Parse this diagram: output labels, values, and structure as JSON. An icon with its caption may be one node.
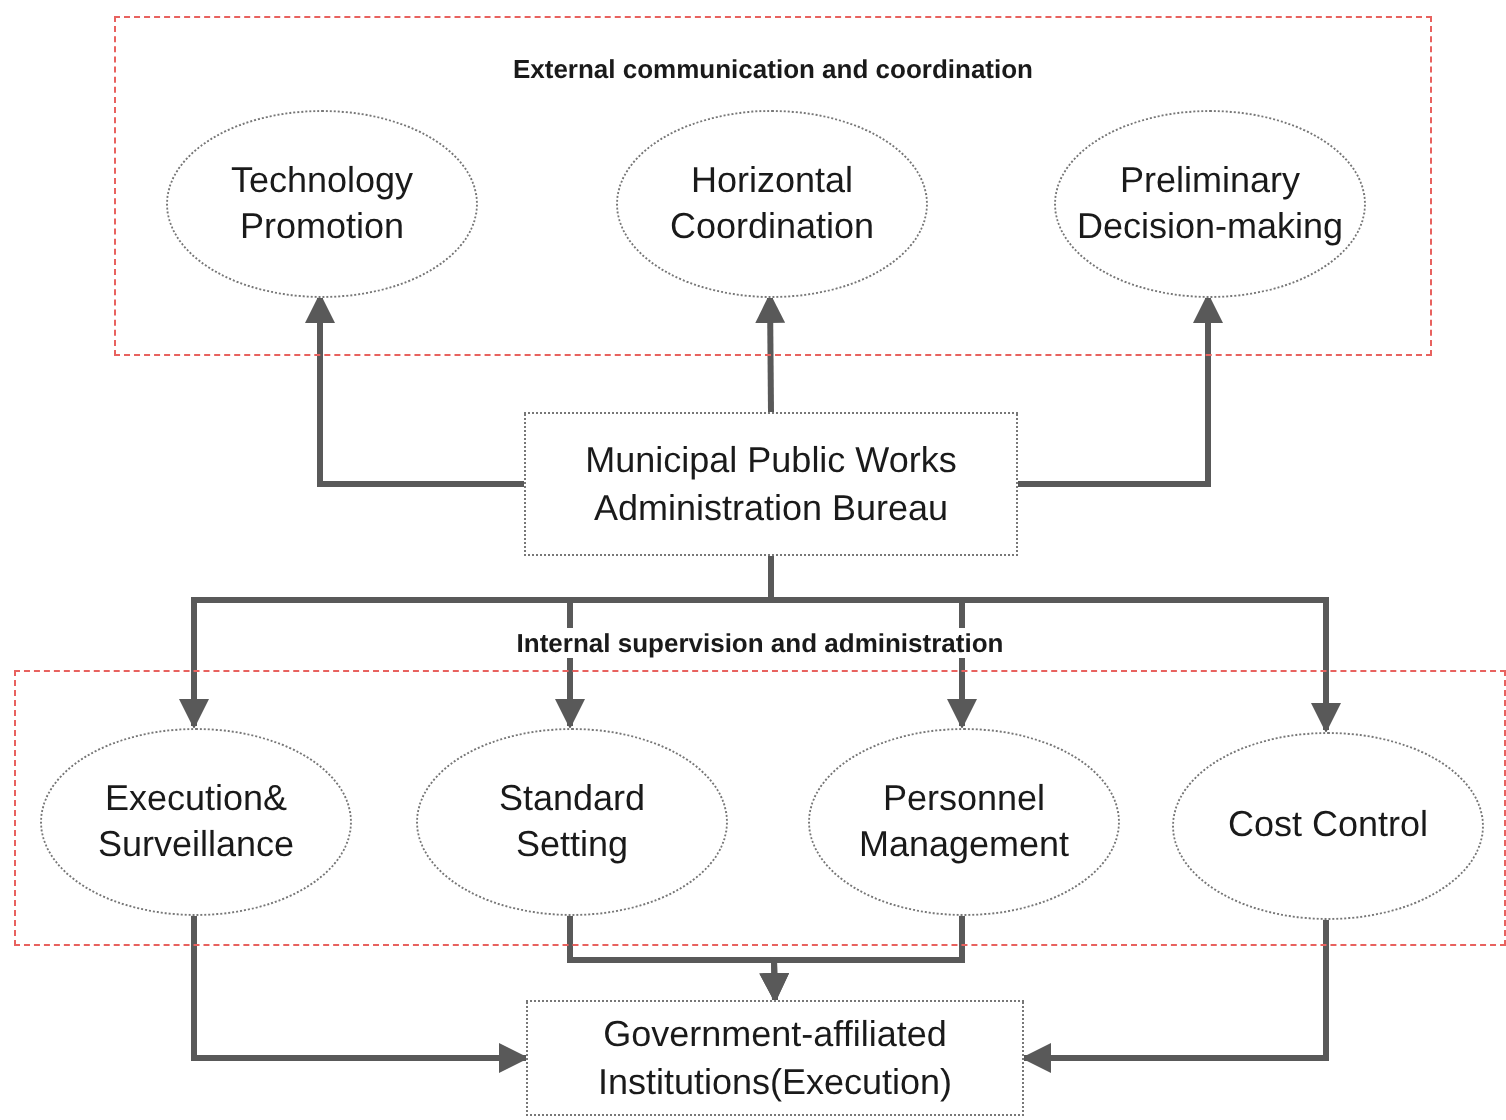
{
  "diagram": {
    "nodes": [
      {
        "text": [
          "External communication and coordination"
        ]
      },
      {
        "text": [
          "Technology Promotion"
        ],
        "in": 0
      },
      {
        "text": [
          "Horizontal Coordination"
        ],
        "in": 0
      },
      {
        "text": [
          "Preliminary Decision-making"
        ],
        "in": 0
      },
      {
        "text": [
          "Municipal Public Works Administration Bureau"
        ]
      },
      {
        "text": [
          "Internal supervision and administration"
        ]
      },
      {
        "text": [
          "Execution& Surveillance"
        ],
        "in": 5
      },
      {
        "text": [
          "Standard Setting"
        ],
        "in": 5
      },
      {
        "text": [
          "Personnel Management"
        ],
        "in": 5
      },
      {
        "text": [
          "Cost Control"
        ],
        "in": 5
      },
      {
        "text": [
          "Government-affiliated Institutions(Execution)"
        ]
      }
    ],
    "edges": [
      {
        "from": 4,
        "to": 1,
        "arrow": "to"
      },
      {
        "from": 4,
        "to": 2,
        "arrow": "to"
      },
      {
        "from": 4,
        "to": 3,
        "arrow": "to"
      },
      {
        "from": 4,
        "to": 6,
        "arrow": "to"
      },
      {
        "from": 4,
        "to": 7,
        "arrow": "to"
      },
      {
        "from": 4,
        "to": 8,
        "arrow": "to"
      },
      {
        "from": 4,
        "to": 9,
        "arrow": "to"
      },
      {
        "from": 6,
        "to": 10,
        "arrow": "to"
      },
      {
        "from": 7,
        "to": 10,
        "arrow": "to"
      },
      {
        "from": 8,
        "to": 10,
        "arrow": "to"
      },
      {
        "from": 9,
        "to": 10,
        "arrow": "to"
      }
    ]
  }
}
